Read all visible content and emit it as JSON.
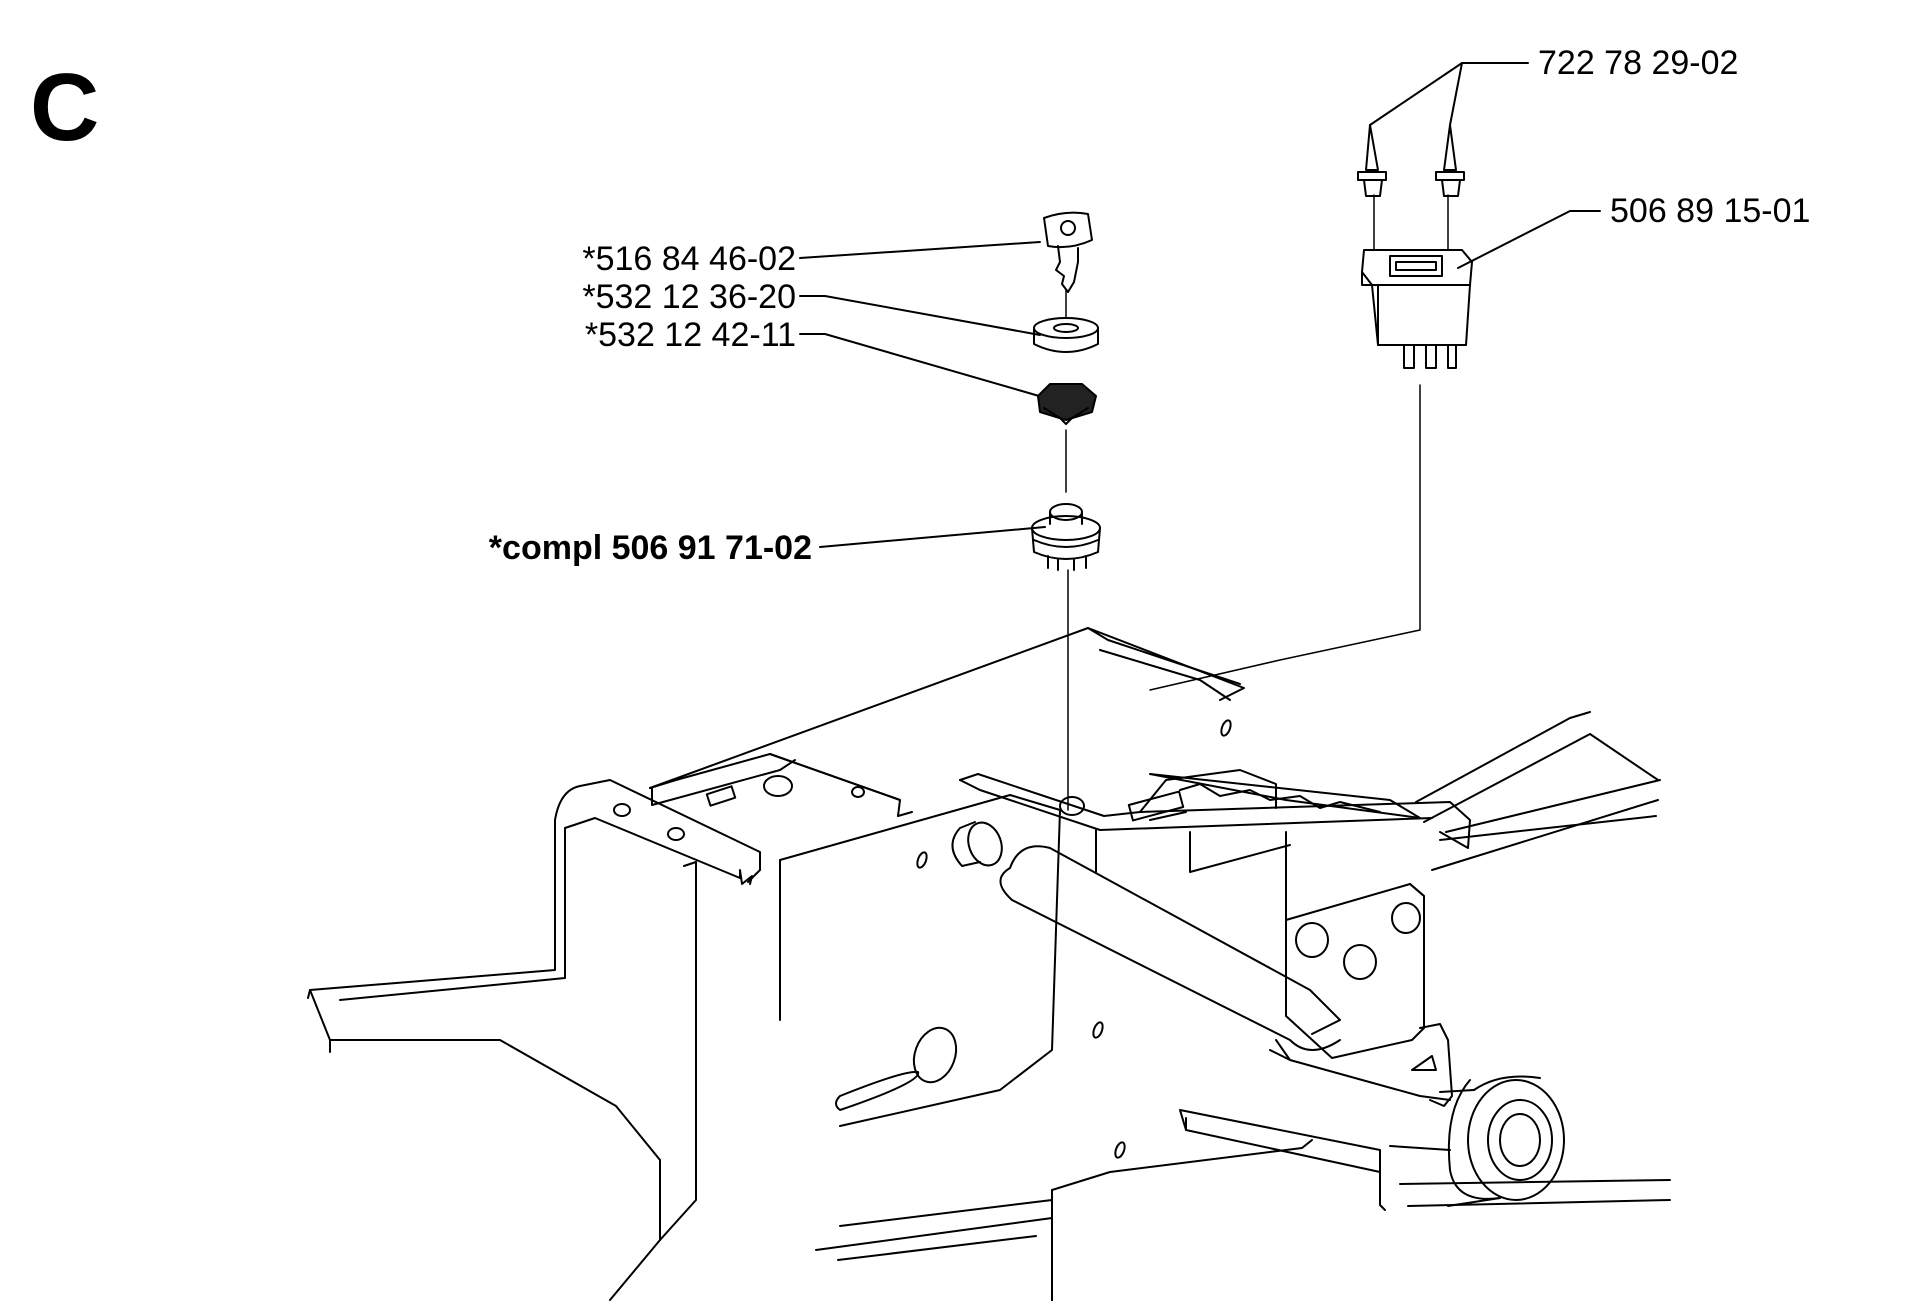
{
  "section_letter": "C",
  "callouts": {
    "rivets": "722 78 29-02",
    "switch": "506 89 15-01",
    "key": "*516 84 46-02",
    "cap": "*532 12 36-20",
    "nut": "*532 12 42-11",
    "ignition": "*compl 506 91 71-02"
  }
}
